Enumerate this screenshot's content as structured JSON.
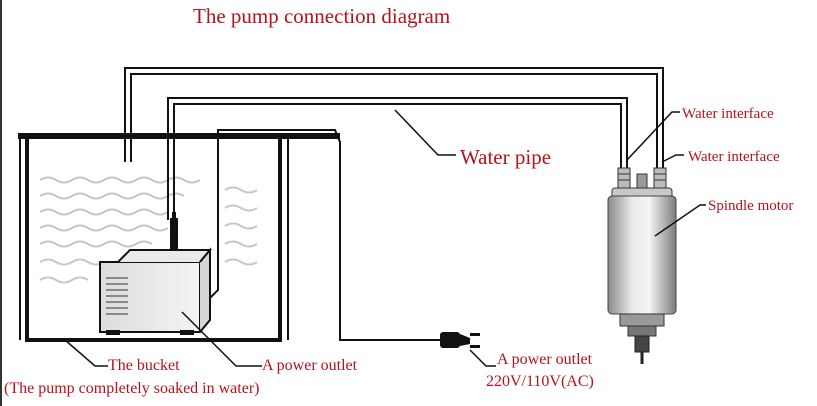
{
  "title": "The pump connection diagram",
  "labels": {
    "water_pipe": "Water pipe",
    "water_interface_1": "Water interface",
    "water_interface_2": "Water interface",
    "spindle_motor": "Spindle motor",
    "bucket": "The bucket",
    "bucket_note": "(The pump completely soaked in water)",
    "pump_power_outlet": "A power outlet",
    "plug_power_outlet": "A power outlet",
    "voltage": "220V/110V(AC)"
  },
  "colors": {
    "label_text": "#b5121b",
    "line": "#111111",
    "water": "#cfcfcf"
  }
}
